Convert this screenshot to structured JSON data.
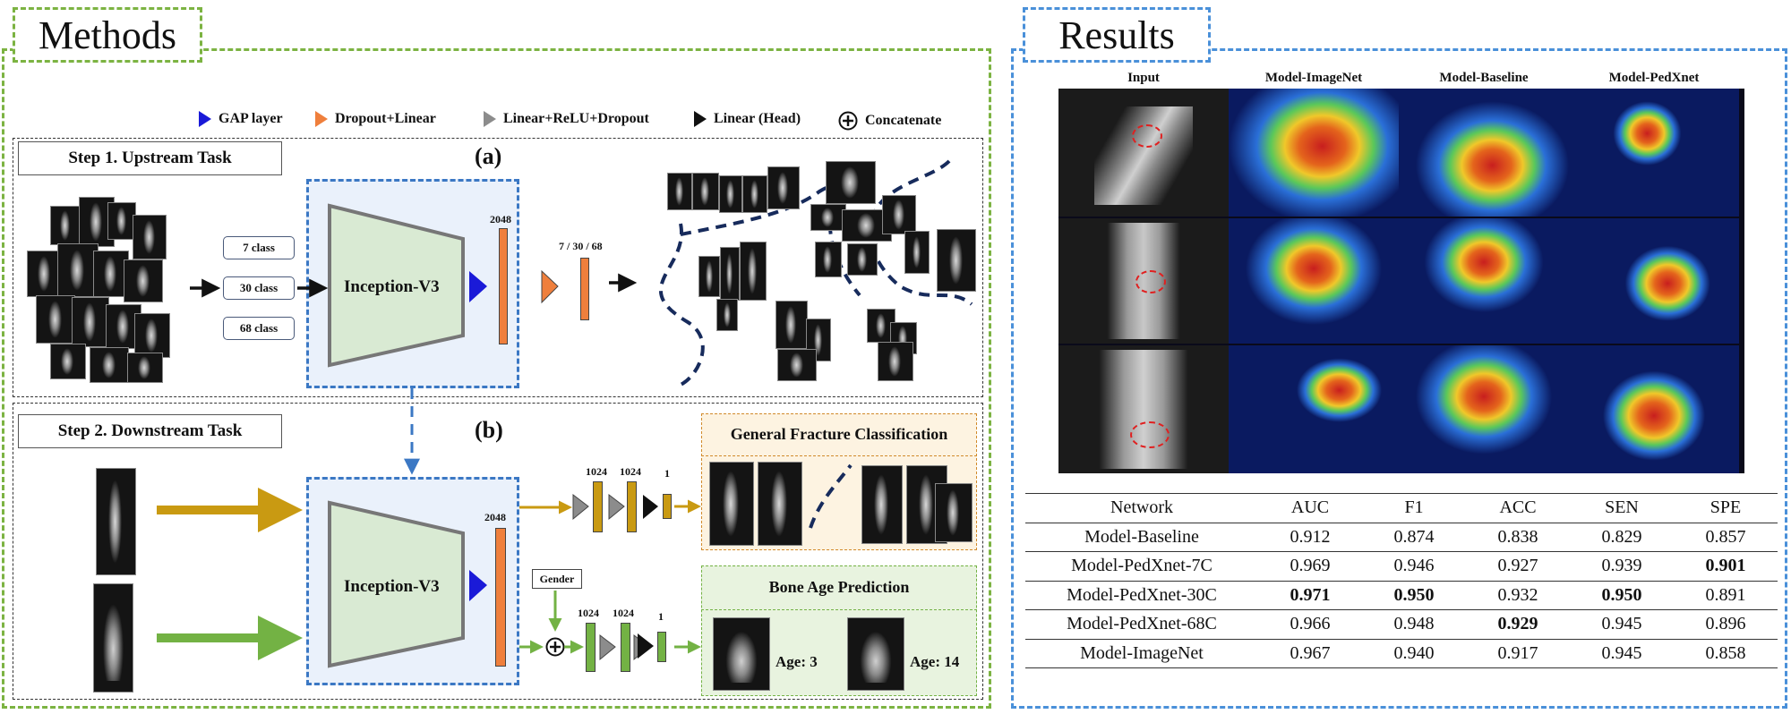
{
  "sections": {
    "methods_label": "Methods",
    "results_label": "Results"
  },
  "legend": [
    {
      "label": "GAP layer",
      "color": "#1a1ad8",
      "icon": "triangle-icon"
    },
    {
      "label": "Dropout+Linear",
      "color": "#ef7f3c",
      "icon": "triangle-icon"
    },
    {
      "label": "Linear+ReLU+Dropout",
      "color": "#8c8c8c",
      "icon": "triangle-icon"
    },
    {
      "label": "Linear (Head)",
      "color": "#111111",
      "icon": "triangle-icon"
    },
    {
      "label": "Concatenate",
      "color": "#111111",
      "icon": "circle-plus-icon"
    }
  ],
  "step1": {
    "title": "Step 1. Upstream Task",
    "marker": "(a)",
    "classes": [
      "7 class",
      "30 class",
      "68 class"
    ],
    "model": "Inception-V3",
    "feat_dim": "2048",
    "out_dims": "7 / 30 / 68"
  },
  "step2": {
    "title": "Step 2. Downstream Task",
    "marker": "(b)",
    "model": "Inception-V3",
    "feat_dim": "2048",
    "fracture_dims": [
      "1024",
      "1024",
      "1"
    ],
    "age_dims": [
      "1024",
      "1024",
      "1"
    ],
    "gender_label": "Gender",
    "fracture_task": "General Fracture Classification",
    "age_task": "Bone Age Prediction",
    "age_examples": [
      "Age: 3",
      "Age: 14"
    ]
  },
  "results": {
    "columns": [
      "Input",
      "Model-ImageNet",
      "Model-Baseline",
      "Model-PedXnet"
    ],
    "table": {
      "headers": [
        "Network",
        "AUC",
        "F1",
        "ACC",
        "SEN",
        "SPE"
      ],
      "rows": [
        {
          "cells": [
            "Model-Baseline",
            "0.912",
            "0.874",
            "0.838",
            "0.829",
            "0.857"
          ],
          "bold": []
        },
        {
          "cells": [
            "Model-PedXnet-7C",
            "0.969",
            "0.946",
            "0.927",
            "0.939",
            "0.901"
          ],
          "bold": [
            5
          ]
        },
        {
          "cells": [
            "Model-PedXnet-30C",
            "0.971",
            "0.950",
            "0.932",
            "0.950",
            "0.891"
          ],
          "bold": [
            1,
            2,
            4
          ]
        },
        {
          "cells": [
            "Model-PedXnet-68C",
            "0.966",
            "0.948",
            "0.929",
            "0.945",
            "0.896"
          ],
          "bold": [
            3
          ]
        },
        {
          "cells": [
            "Model-ImageNet",
            "0.967",
            "0.940",
            "0.917",
            "0.945",
            "0.858"
          ],
          "bold": []
        }
      ]
    }
  },
  "colors": {
    "methods_border": "#7cb342",
    "results_border": "#4a90d9",
    "incep_border": "#3b78c4",
    "incep_fill": "#d9ead3"
  }
}
